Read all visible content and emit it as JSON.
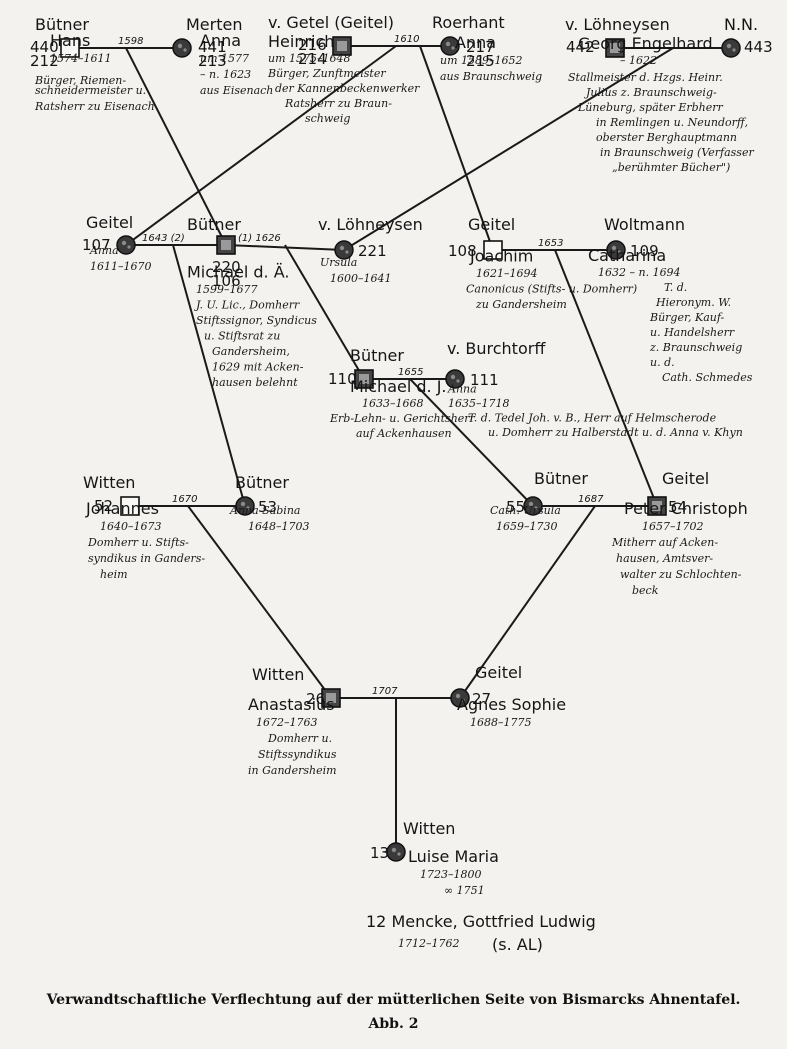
{
  "caption": {
    "title": "Verwandtschaftliche Verflechtung auf der mütterlichen Seite von Bismarcks Ahnentafel.",
    "figure": "Abb. 2"
  },
  "nodes": [
    {
      "id": "buetner-hans",
      "sex": "m",
      "numbers": [
        "440",
        "212"
      ],
      "lines": [
        {
          "t": "Bütner",
          "k": "nm"
        },
        {
          "t": "Hans",
          "k": "nm"
        },
        {
          "t": "1574–1611",
          "k": "nt"
        },
        {
          "t": "Bürger, Riemen-",
          "k": "nt"
        },
        {
          "t": "schneidermeister u.",
          "k": "nt"
        },
        {
          "t": "Ratsherr zu Eisenach",
          "k": "nt"
        }
      ]
    },
    {
      "id": "merten-anna",
      "sex": "f",
      "numbers": [
        "441",
        "213"
      ],
      "lines": [
        {
          "t": "Merten",
          "k": "nm"
        },
        {
          "t": "Anna",
          "k": "nm"
        },
        {
          "t": "um 1577",
          "k": "nt"
        },
        {
          "t": "– n. 1623",
          "k": "nt"
        },
        {
          "t": "aus Eisenach",
          "k": "nt"
        }
      ]
    },
    {
      "id": "getel-heinrich",
      "sex": "mx",
      "numbers": [
        "216",
        "214"
      ],
      "lines": [
        {
          "t": "v. Getel (Geitel)",
          "k": "nm"
        },
        {
          "t": "Heinrich",
          "k": "nm"
        },
        {
          "t": "um 1575–1648",
          "k": "nt"
        },
        {
          "t": "Bürger, Zunftmeister",
          "k": "nt"
        },
        {
          "t": "der Kannenbeckenwerker",
          "k": "nt"
        },
        {
          "t": "Ratsherr zu Braun-",
          "k": "nt"
        },
        {
          "t": "schweig",
          "k": "nt"
        }
      ]
    },
    {
      "id": "roerhant-anna",
      "sex": "f",
      "numbers": [
        "217",
        "215"
      ],
      "lines": [
        {
          "t": "Roerhant",
          "k": "nm"
        },
        {
          "t": "Anna",
          "k": "nm"
        },
        {
          "t": "um 1589–1652",
          "k": "nt"
        },
        {
          "t": "aus Braunschweig",
          "k": "nt"
        }
      ]
    },
    {
      "id": "loehneysen-georg",
      "sex": "mx",
      "numbers": [
        "442"
      ],
      "lines": [
        {
          "t": "v. Löhneysen",
          "k": "nm"
        },
        {
          "t": "Georg Engelhard",
          "k": "nm"
        },
        {
          "t": "– 1622",
          "k": "nt"
        },
        {
          "t": "Stallmeister d. Hzgs. Heinr.",
          "k": "nt"
        },
        {
          "t": "Julius z. Braunschweig-",
          "k": "nt"
        },
        {
          "t": "Lüneburg, später Erbherr",
          "k": "nt"
        },
        {
          "t": "in Remlingen u. Neundorff,",
          "k": "nt"
        },
        {
          "t": "oberster Berghauptmann",
          "k": "nt"
        },
        {
          "t": "in Braunschweig (Verfasser",
          "k": "nt"
        },
        {
          "t": "„berühmter Bücher\")",
          "k": "nt"
        }
      ]
    },
    {
      "id": "nn",
      "sex": "f",
      "numbers": [
        "443"
      ],
      "lines": [
        {
          "t": "N.N.",
          "k": "nm"
        }
      ]
    },
    {
      "id": "geitel-anna",
      "sex": "f",
      "numbers": [
        "107"
      ],
      "lines": [
        {
          "t": "Geitel",
          "k": "nm"
        },
        {
          "t": "Anna",
          "k": "nt"
        },
        {
          "t": "1611–1670",
          "k": "nt"
        }
      ]
    },
    {
      "id": "buetner-michael-ae",
      "sex": "mx",
      "numbers": [
        "220",
        "106"
      ],
      "lines": [
        {
          "t": "Bütner",
          "k": "nm"
        },
        {
          "t": "Michael d. Ä.",
          "k": "nm"
        },
        {
          "t": "1599–1677",
          "k": "nt"
        },
        {
          "t": "J. U. Lic., Domherr",
          "k": "nt"
        },
        {
          "t": "Stiftssignor, Syndicus",
          "k": "nt"
        },
        {
          "t": "u. Stiftsrat zu",
          "k": "nt"
        },
        {
          "t": "Gandersheim,",
          "k": "nt"
        },
        {
          "t": "1629 mit Acken-",
          "k": "nt"
        },
        {
          "t": "hausen belehnt",
          "k": "nt"
        }
      ]
    },
    {
      "id": "loehneysen-ursula",
      "sex": "f",
      "numbers": [
        "221"
      ],
      "lines": [
        {
          "t": "v. Löhneysen",
          "k": "nm"
        },
        {
          "t": "Ursula",
          "k": "nt"
        },
        {
          "t": "1600–1641",
          "k": "nt"
        }
      ]
    },
    {
      "id": "geitel-joachim",
      "sex": "m",
      "numbers": [
        "108"
      ],
      "lines": [
        {
          "t": "Geitel",
          "k": "nm"
        },
        {
          "t": "Joachim",
          "k": "nm"
        },
        {
          "t": "1621–1694",
          "k": "nt"
        },
        {
          "t": "Canonicus (Stifts- u. Domherr)",
          "k": "nt"
        },
        {
          "t": "zu Gandersheim",
          "k": "nt"
        }
      ]
    },
    {
      "id": "woltmann-catharina",
      "sex": "f",
      "numbers": [
        "109"
      ],
      "lines": [
        {
          "t": "Woltmann",
          "k": "nm"
        },
        {
          "t": "Catharina",
          "k": "nm"
        },
        {
          "t": "1632 – n. 1694",
          "k": "nt"
        },
        {
          "t": "T. d.",
          "k": "nt"
        },
        {
          "t": "Hieronym. W.",
          "k": "nt"
        },
        {
          "t": "Bürger, Kauf-",
          "k": "nt"
        },
        {
          "t": "u. Handelsherr",
          "k": "nt"
        },
        {
          "t": "z. Braunschweig",
          "k": "nt"
        },
        {
          "t": "u. d.",
          "k": "nt"
        },
        {
          "t": "Cath. Schmedes",
          "k": "nt"
        }
      ]
    },
    {
      "id": "buetner-michael-j",
      "sex": "mx",
      "numbers": [
        "110"
      ],
      "lines": [
        {
          "t": "Bütner",
          "k": "nm"
        },
        {
          "t": "Michael d. J.",
          "k": "nm"
        },
        {
          "t": "1633–1668",
          "k": "nt"
        },
        {
          "t": "Erb-Lehn- u. Gerichtsherr",
          "k": "nt"
        },
        {
          "t": "auf Ackenhausen",
          "k": "nt"
        }
      ]
    },
    {
      "id": "burchtorff-anna",
      "sex": "f",
      "numbers": [
        "111"
      ],
      "lines": [
        {
          "t": "v. Burchtorff",
          "k": "nm"
        },
        {
          "t": "Anna",
          "k": "nt"
        },
        {
          "t": "1635–1718",
          "k": "nt"
        },
        {
          "t": "T. d. Tedel Joh. v. B., Herr auf Helmscherode",
          "k": "nt"
        },
        {
          "t": "u. Domherr zu Halberstadt u. d. Anna v. Khyn",
          "k": "nt"
        }
      ]
    },
    {
      "id": "witten-johannes",
      "sex": "m",
      "numbers": [
        "52"
      ],
      "lines": [
        {
          "t": "Witten",
          "k": "nm"
        },
        {
          "t": "Johannes",
          "k": "nm"
        },
        {
          "t": "1640–1673",
          "k": "nt"
        },
        {
          "t": "Domherr u. Stifts-",
          "k": "nt"
        },
        {
          "t": "syndikus in Ganders-",
          "k": "nt"
        },
        {
          "t": "heim",
          "k": "nt"
        }
      ]
    },
    {
      "id": "buetner-anna-sabina",
      "sex": "f",
      "numbers": [
        "53"
      ],
      "lines": [
        {
          "t": "Bütner",
          "k": "nm"
        },
        {
          "t": "Anna Sabina",
          "k": "nt"
        },
        {
          "t": "1648–1703",
          "k": "nt"
        }
      ]
    },
    {
      "id": "buetner-cath-ursula",
      "sex": "f",
      "numbers": [
        "55"
      ],
      "lines": [
        {
          "t": "Bütner",
          "k": "nm"
        },
        {
          "t": "Cath. Ursula",
          "k": "nt"
        },
        {
          "t": "1659–1730",
          "k": "nt"
        }
      ]
    },
    {
      "id": "geitel-peter",
      "sex": "mx",
      "numbers": [
        "54"
      ],
      "lines": [
        {
          "t": "Geitel",
          "k": "nm"
        },
        {
          "t": "Peter Christoph",
          "k": "nm"
        },
        {
          "t": "1657–1702",
          "k": "nt"
        },
        {
          "t": "Mitherr auf Acken-",
          "k": "nt"
        },
        {
          "t": "hausen, Amtsver-",
          "k": "nt"
        },
        {
          "t": "walter zu Schlochten-",
          "k": "nt"
        },
        {
          "t": "beck",
          "k": "nt"
        }
      ]
    },
    {
      "id": "witten-anastasius",
      "sex": "mx",
      "numbers": [
        "26"
      ],
      "lines": [
        {
          "t": "Witten",
          "k": "nm"
        },
        {
          "t": "Anastasius",
          "k": "nm"
        },
        {
          "t": "1672–1763",
          "k": "nt"
        },
        {
          "t": "Domherr u.",
          "k": "nt"
        },
        {
          "t": "Stiftssyndikus",
          "k": "nt"
        },
        {
          "t": "in Gandersheim",
          "k": "nt"
        }
      ]
    },
    {
      "id": "geitel-agnes",
      "sex": "f",
      "numbers": [
        "27"
      ],
      "lines": [
        {
          "t": "Geitel",
          "k": "nm"
        },
        {
          "t": "Agnes Sophie",
          "k": "nm"
        },
        {
          "t": "1688–1775",
          "k": "nt"
        }
      ]
    },
    {
      "id": "witten-luise",
      "sex": "f",
      "numbers": [
        "13"
      ],
      "lines": [
        {
          "t": "Witten",
          "k": "nm"
        },
        {
          "t": "Luise Maria",
          "k": "nm"
        },
        {
          "t": "1723–1800",
          "k": "nt"
        },
        {
          "t": "∞ 1751",
          "k": "nt"
        }
      ]
    }
  ],
  "spouse": {
    "text": "12 Mencke, Gottfried Ludwig",
    "years": "1712–1762",
    "ref": "(s. AL)"
  },
  "marriages": [
    {
      "id": "m-212",
      "year": "1598"
    },
    {
      "id": "m-214",
      "year": "1610"
    },
    {
      "id": "m-106a",
      "year": "1643 (2)"
    },
    {
      "id": "m-106b",
      "year": "(1) 1626"
    },
    {
      "id": "m-108",
      "year": "1653"
    },
    {
      "id": "m-110",
      "year": "1655"
    },
    {
      "id": "m-52",
      "year": "1670"
    },
    {
      "id": "m-54",
      "year": "1687"
    },
    {
      "id": "m-26",
      "year": "1707"
    }
  ]
}
